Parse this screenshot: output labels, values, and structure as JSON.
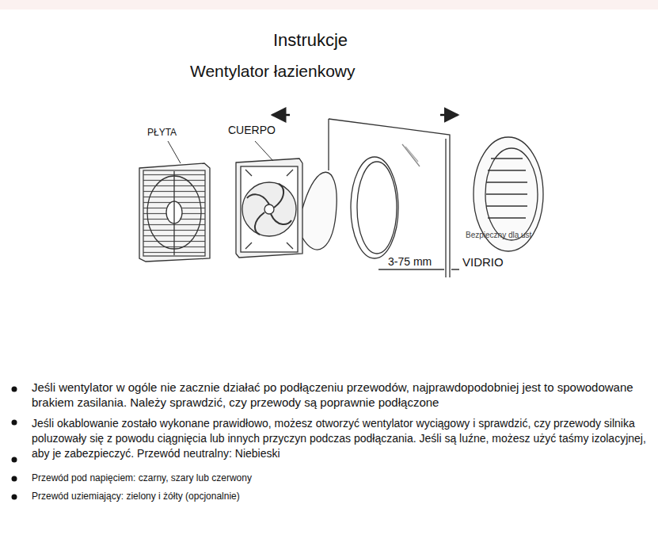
{
  "diagram": {
    "title": "Instrukcje",
    "labels": [
      "Wentylator łazienkowy",
      "PŁYTA",
      "CUERPO",
      "Bezpieczny dla ust",
      "3-75 mm",
      "VIDRIO",
      "Jeśli wentylator w ogóle nie zacznie działać po podłączeniu przewodów, najprawdopodobniej jest to spowodowane brakiem zasilania. Należy sprawdzić, czy przewody są poprawnie podłączone",
      "Jeśli okablowanie zostało wykonane prawidłowo, możesz otworzyć wentylator wyciągowy i sprawdzić, czy przewody silnika poluzowały się z powodu ciągnięcia lub innych przyczyn podczas podłączania. Jeśli są luźne, możesz użyć taśmy izolacyjnej, aby je zabezpieczyć. Przewód neutralny: Niebieski",
      "Przewód pod napięciem: czarny, szary lub czerwony",
      "Przewód uziemiający: zielony i żółty (opcjonalnie)"
    ]
  }
}
